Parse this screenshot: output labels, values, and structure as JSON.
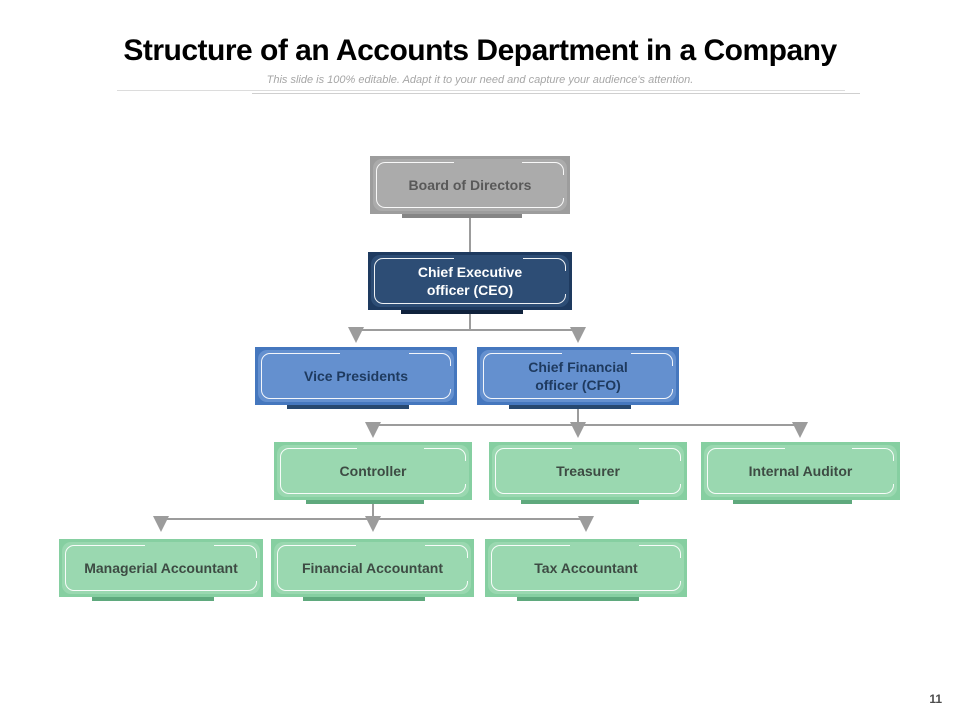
{
  "slide": {
    "title": "Structure of an Accounts Department in a Company",
    "subtitle": "This slide is 100% editable. Adapt it to your need and capture your audience's attention.",
    "page_number": "11"
  },
  "org_chart": {
    "nodes": [
      {
        "id": "board-of-directors",
        "label": "Board of Directors",
        "level": 1,
        "reports_to": null,
        "scheme": "gray"
      },
      {
        "id": "ceo",
        "label": "Chief Executive\nofficer (CEO)",
        "level": 2,
        "reports_to": "board-of-directors",
        "scheme": "navy"
      },
      {
        "id": "vice-presidents",
        "label": "Vice Presidents",
        "level": 3,
        "reports_to": "ceo",
        "scheme": "blue"
      },
      {
        "id": "cfo",
        "label": "Chief Financial\nofficer (CFO)",
        "level": 3,
        "reports_to": "ceo",
        "scheme": "blue"
      },
      {
        "id": "controller",
        "label": "Controller",
        "level": 4,
        "reports_to": "cfo",
        "scheme": "green"
      },
      {
        "id": "treasurer",
        "label": "Treasurer",
        "level": 4,
        "reports_to": "cfo",
        "scheme": "green"
      },
      {
        "id": "internal-auditor",
        "label": "Internal Auditor",
        "level": 4,
        "reports_to": "cfo",
        "scheme": "green"
      },
      {
        "id": "managerial-accountant",
        "label": "Managerial Accountant",
        "level": 5,
        "reports_to": "controller",
        "scheme": "green"
      },
      {
        "id": "financial-accountant",
        "label": "Financial Accountant",
        "level": 5,
        "reports_to": "controller",
        "scheme": "green"
      },
      {
        "id": "tax-accountant",
        "label": "Tax Accountant",
        "level": 5,
        "reports_to": "controller",
        "scheme": "green"
      }
    ]
  },
  "colors": {
    "gray_outer": "#9D9D9D",
    "gray_inner": "#ABABAB",
    "gray_text": "#595959",
    "navy_outer": "#1E3A5F",
    "navy_inner": "#2D4D75",
    "navy_text": "#FFFFFF",
    "blue_outer": "#4577BE",
    "blue_inner": "#6490CF",
    "blue_text": "#1E3A5F",
    "green_outer": "#86CFA1",
    "green_inner": "#9AD8B0",
    "green_text": "#3D4B43",
    "connector": "#9C9C9C",
    "title_text": "#000000",
    "subtitle_text": "#A6A6A6"
  }
}
